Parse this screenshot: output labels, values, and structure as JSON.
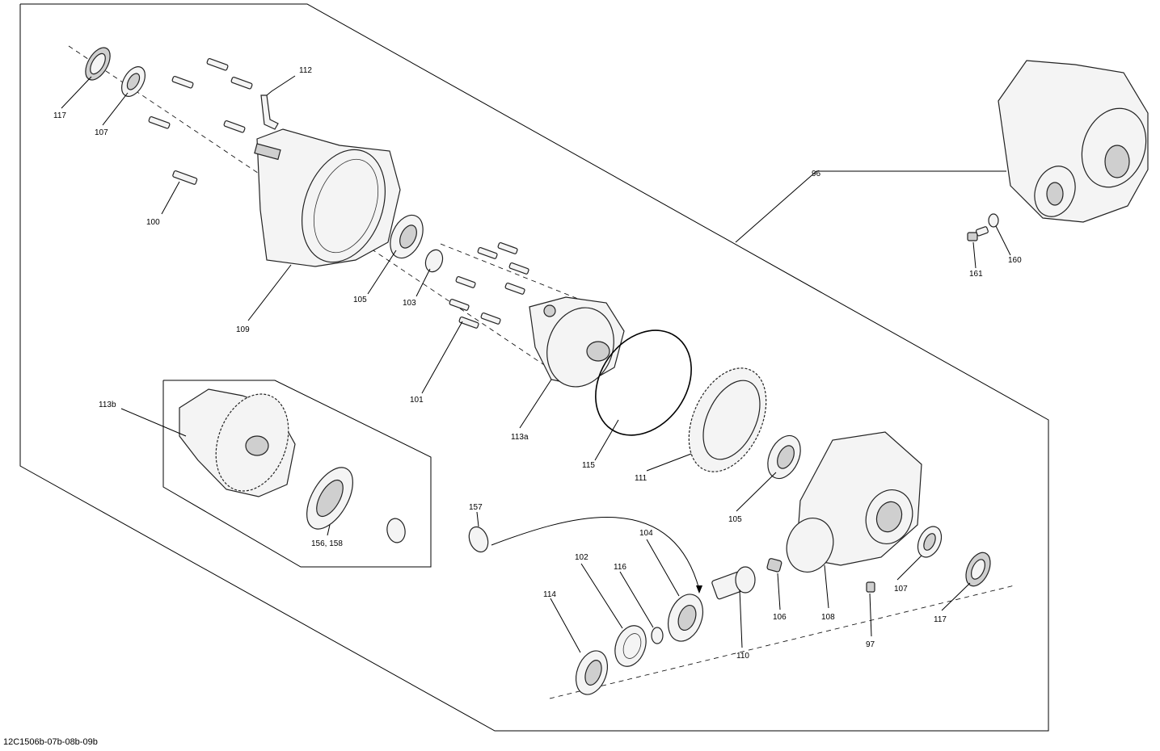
{
  "diagram_code": "12C1506b-07b-08b-09b",
  "callouts": {
    "c117a": "117",
    "c107a": "107",
    "c112": "112",
    "c100": "100",
    "c109": "109",
    "c105a": "105",
    "c103": "103",
    "c101": "101",
    "c113a": "113a",
    "c115": "115",
    "c111": "111",
    "c105b": "105",
    "c96": "96",
    "c161": "161",
    "c160": "160",
    "c113b": "113b",
    "c156": "156, 158",
    "c157": "157",
    "c104": "104",
    "c102": "102",
    "c116": "116",
    "c114": "114",
    "c110": "110",
    "c106": "106",
    "c108": "108",
    "c107b": "107",
    "c117b": "117",
    "c97": "97"
  }
}
